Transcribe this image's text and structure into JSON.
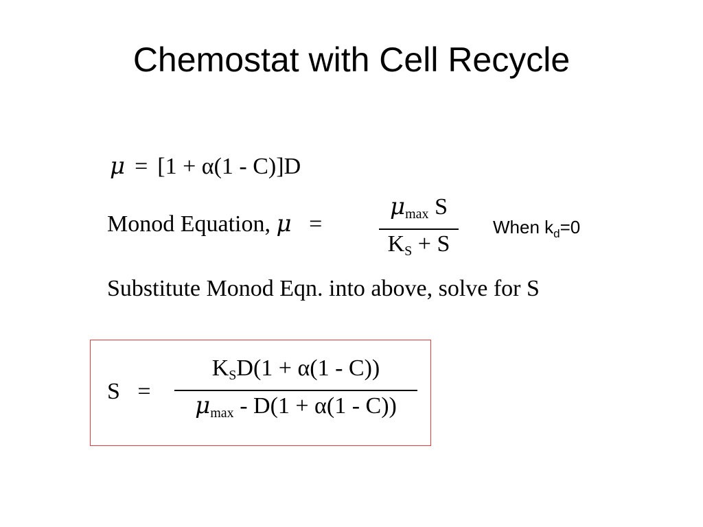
{
  "slide": {
    "title": "Chemostat with Cell Recycle",
    "accent_color": "#e03a3a"
  },
  "eq1": {
    "mu": "μ",
    "equals": "=",
    "rhs": "[1 + α(1 - C)]D"
  },
  "monod": {
    "label": "Monod Equation,",
    "mu": "μ",
    "equals": "=",
    "num_mu": "μ",
    "num_sub": "max",
    "num_tail": " S",
    "den_k": "K",
    "den_sub": "S",
    "den_tail": " + S"
  },
  "note": {
    "text": "When k",
    "sub": "d",
    "tail": "=0"
  },
  "substitute_text": "Substitute Monod Eqn. into above, solve for S",
  "result": {
    "lhs": "S",
    "equals": "=",
    "num_k": "K",
    "num_sub": "S",
    "num_tail": "D(1 + α(1 - C))",
    "den_mu": "μ",
    "den_sub": "max",
    "den_tail": " -  D(1 + α(1 - C))"
  }
}
